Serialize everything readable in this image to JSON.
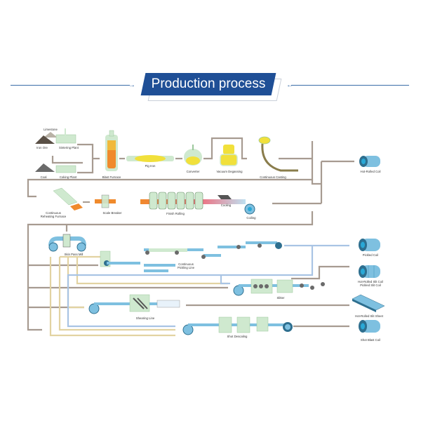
{
  "header": {
    "title": "Production process"
  },
  "colors": {
    "title_bg": "#1f4f96",
    "header_line": "#3b6ea8",
    "flow_grey": "#a79b91",
    "flow_blue": "#a9c4e4",
    "flow_tan": "#e2d3a2",
    "strip_blue": "#7ec0e0",
    "equipment_green": "#cfe9cf",
    "molten_yellow": "#f1e03b",
    "hot_orange": "#f08a2c"
  },
  "stages": {
    "limestone": "Limestone",
    "iron_ore": "Iron Ore",
    "sintering_plant": "Sintering Plant",
    "coal": "Coal",
    "coking_plant": "Coking Plant",
    "blast_furnace": "Blast Furnace",
    "pig_iron": "Pig Iron",
    "converter": "Converter",
    "vacuum_degassing": "Vacuum Degassing",
    "continuous_casting": "Continuous Casting",
    "hot_rolled_coil": "Hot-Rolled Coil",
    "reheating_furnace_1": "Continuous",
    "reheating_furnace_2": "Reheating Furnace",
    "scale_breaker": "Scale Breaker",
    "finish_rolling": "Finish Rolling",
    "cooling": "Cooling",
    "coiling": "Coiling",
    "skin_pass_mill": "Skin Pass Mill",
    "pickling_line_1": "Continuous",
    "pickling_line_2": "Pickling Line",
    "pickled_coil": "Pickled Coil",
    "slit_coil_1": "Hot-Rolled Slit Coil",
    "slit_coil_2": "Pickled Slit Coil",
    "slitter": "Slitter",
    "shearing_line": "Shearing Line",
    "hot_rolled_sheet": "Hot-Rolled Slit Sheet",
    "shot_descaling": "Shot Descaling",
    "shot_blast_coil": "Shot Blast Coil"
  }
}
